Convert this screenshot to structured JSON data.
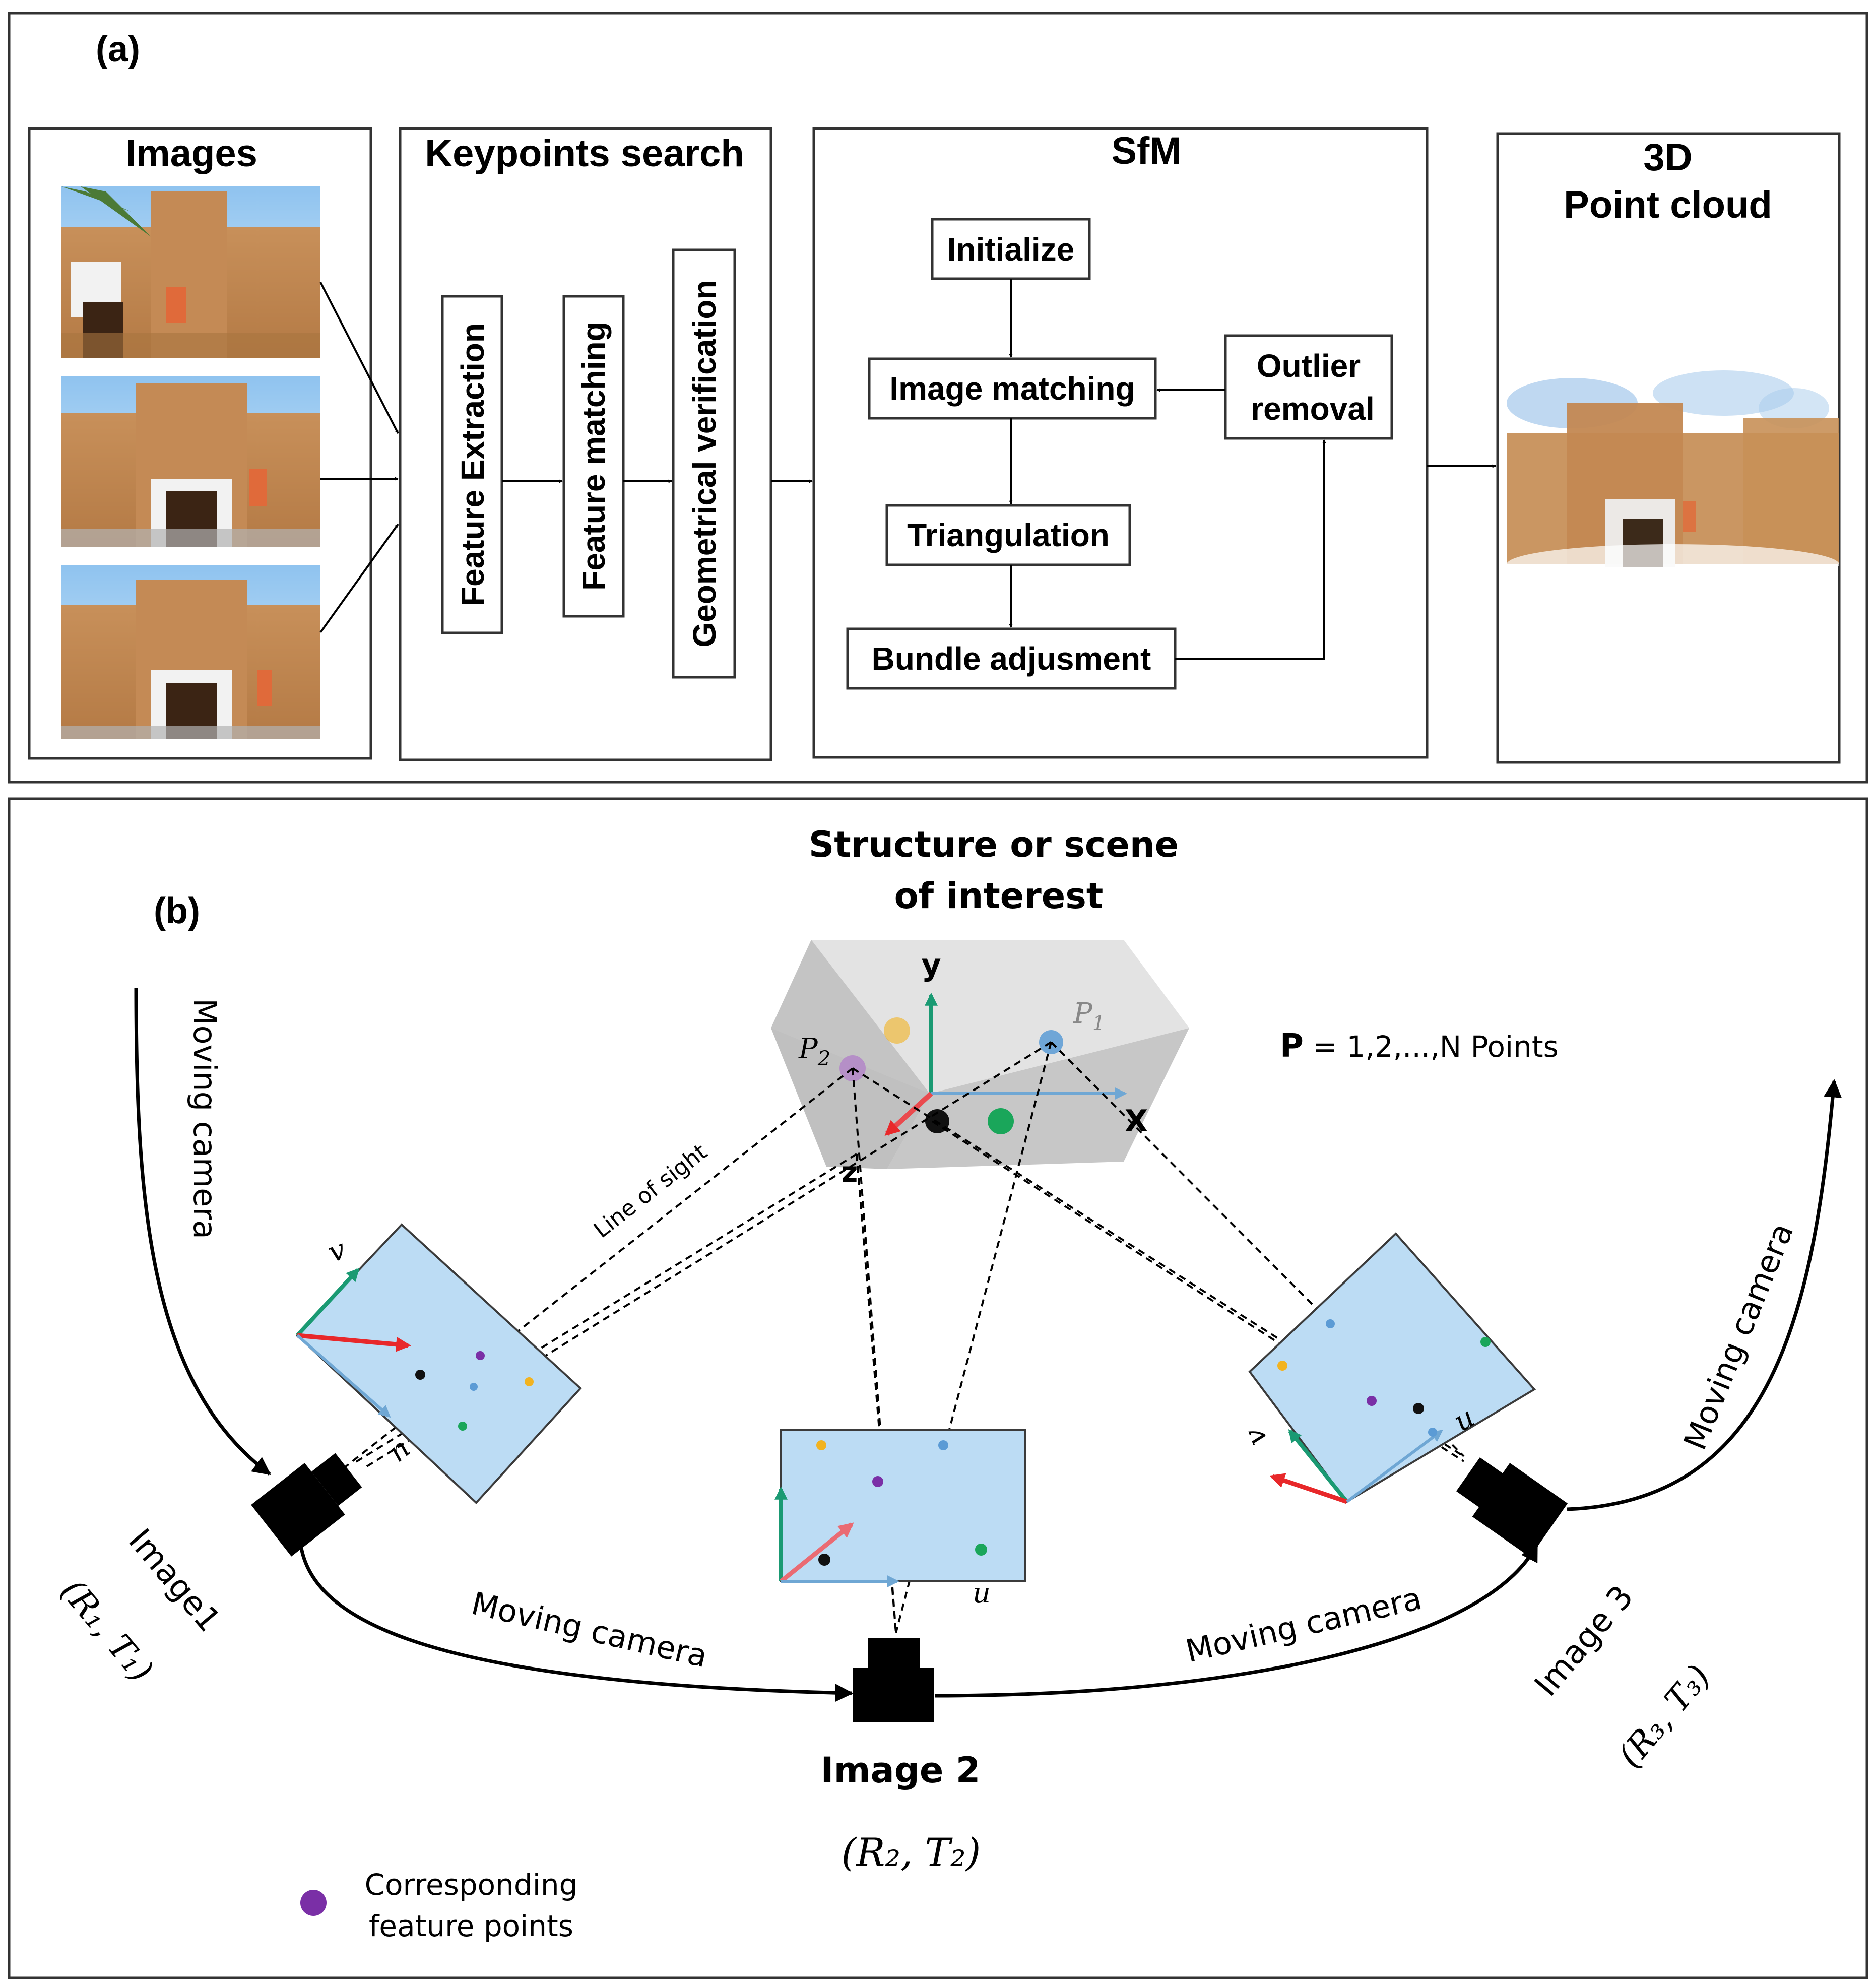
{
  "panel_a": {
    "label": "(a)",
    "images_box": {
      "title": "Images"
    },
    "keypoints_box": {
      "title": "Keypoints search",
      "steps": [
        "Feature Extraction",
        "Feature matching",
        "Geometrical verification"
      ]
    },
    "sfm_box": {
      "title": "SfM",
      "initialize": "Initialize",
      "image_matching": "Image matching",
      "triangulation": "Triangulation",
      "bundle_adjustment": "Bundle adjusment",
      "outlier_line1": "Outlier",
      "outlier_line2": "removal"
    },
    "cloud_box": {
      "title_line1": "3D",
      "title_line2": "Point cloud"
    }
  },
  "panel_b": {
    "label": "(b)",
    "structure_title_line1": "Structure or scene",
    "structure_title_line2": "of interest",
    "points_note_prefix": "P",
    "points_note_rest": " = 1,2,...,N Points",
    "axis_y": "y",
    "axis_x": "X",
    "axis_z": "z",
    "p1": {
      "base": "P",
      "sub": "1"
    },
    "p2": {
      "base": "P",
      "sub": "2"
    },
    "line_of_sight": "Line of sight",
    "moving_camera": "Moving camera",
    "image1": {
      "label": "Image1",
      "pose": "(R₁, T₁)"
    },
    "image2": {
      "label": "Image 2",
      "pose": "(R₂, T₂)"
    },
    "image3": {
      "label": "Image 3",
      "pose": "(R₃, T₃)"
    },
    "axis_u": "u",
    "axis_v": "v",
    "legend_line1": "Corresponding",
    "legend_line2": "feature points"
  },
  "colors": {
    "frame": "#333333",
    "image_plane_fill": "#bcdcf4",
    "image_plane_stroke": "#3b3b3b",
    "axis_green": "#1a9a73",
    "axis_red": "#e8282a",
    "axis_blue": "#6fa7d4",
    "point_purple": "#7a2fa6",
    "point_yellow": "#f2b320",
    "point_green": "#1aa65a",
    "point_blue": "#5b9bd5",
    "point_black": "#111111"
  }
}
